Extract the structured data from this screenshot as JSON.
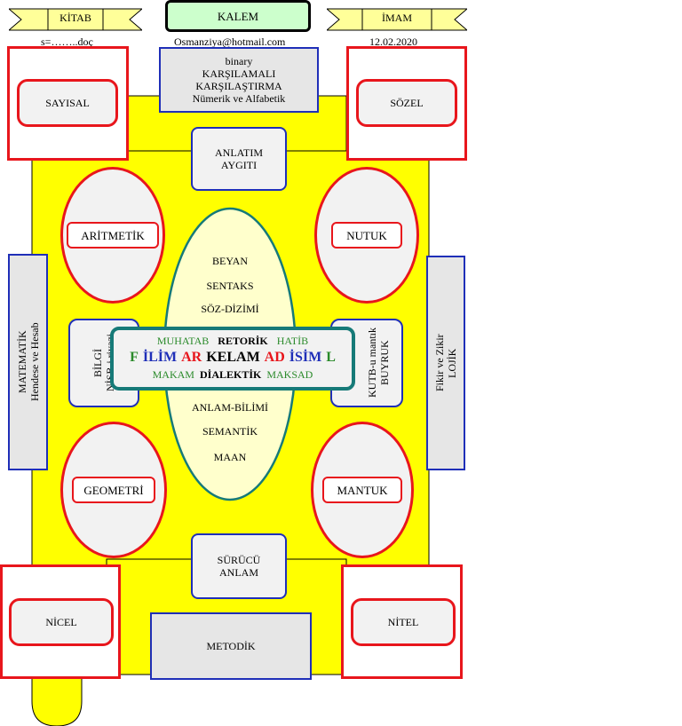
{
  "header": {
    "kitab": "KİTAB",
    "kalem": "KALEM",
    "imam": "İMAM",
    "left_note": "s=……..doç",
    "email": "Osmanziya@hotmail.com",
    "date": "12.02.2020"
  },
  "top_box": {
    "line1": "binary",
    "line2": "KARŞILAMALI",
    "line3": "KARŞILAŞTIRMA",
    "line4": "Nümerik ve Alfabetik"
  },
  "corners": {
    "top_left": "SAYISAL",
    "top_right": "SÖZEL",
    "bottom_left": "NİCEL",
    "bottom_right": "NİTEL"
  },
  "anlatim": {
    "line1": "ANLATIM",
    "line2": "AYGITI"
  },
  "surucu": {
    "line1": "SÜRÜCÜ",
    "line2": "ANLAM"
  },
  "metodik": "METODİK",
  "ellipses": {
    "aritmetik": "ARİTMETİK",
    "nutuk": "NUTUK",
    "geometri": "GEOMETRİ",
    "mantuk": "MANTUK"
  },
  "side": {
    "left_line1": "MATEMATİK",
    "left_line2": "Hendese ve Hesab",
    "right_line1": "Fikir ve Zikir",
    "right_line2": "LOJİK",
    "bilgi_line1": "BİLGİ",
    "bilgi_line2": "NİSB-i riyazi",
    "kutb_line1": "KUTB-u mantık",
    "kutb_line2": "BUYRUK"
  },
  "center_oval": {
    "beyan": "BEYAN",
    "sentaks": "SENTAKS",
    "soz_dizimi": "SÖZ-DİZİMİ",
    "anlam_bilimi": "ANLAM-BİLİMİ",
    "semantik": "SEMANTİK",
    "maan": "MAAN"
  },
  "core": {
    "muhatab": "MUHATAB",
    "retorik": "RETORİK",
    "hatib": "HATİB",
    "f": "F",
    "ilim": "İLİM",
    "ar": "AR",
    "kelam": "KELAM",
    "ad": "AD",
    "isim": "İSİM",
    "l": "L",
    "makam": "MAKAM",
    "dialektik": "DİALEKTİK",
    "maksad": "MAKSAD"
  },
  "colors": {
    "yellow": "#ffff00",
    "red_border": "#e8161c",
    "blue_border": "#1f2fb8",
    "teal_border": "#167a78",
    "ribbon": "#ffff99",
    "kalem_bg": "#ccffcc",
    "oval_bg": "#ffffcc"
  }
}
